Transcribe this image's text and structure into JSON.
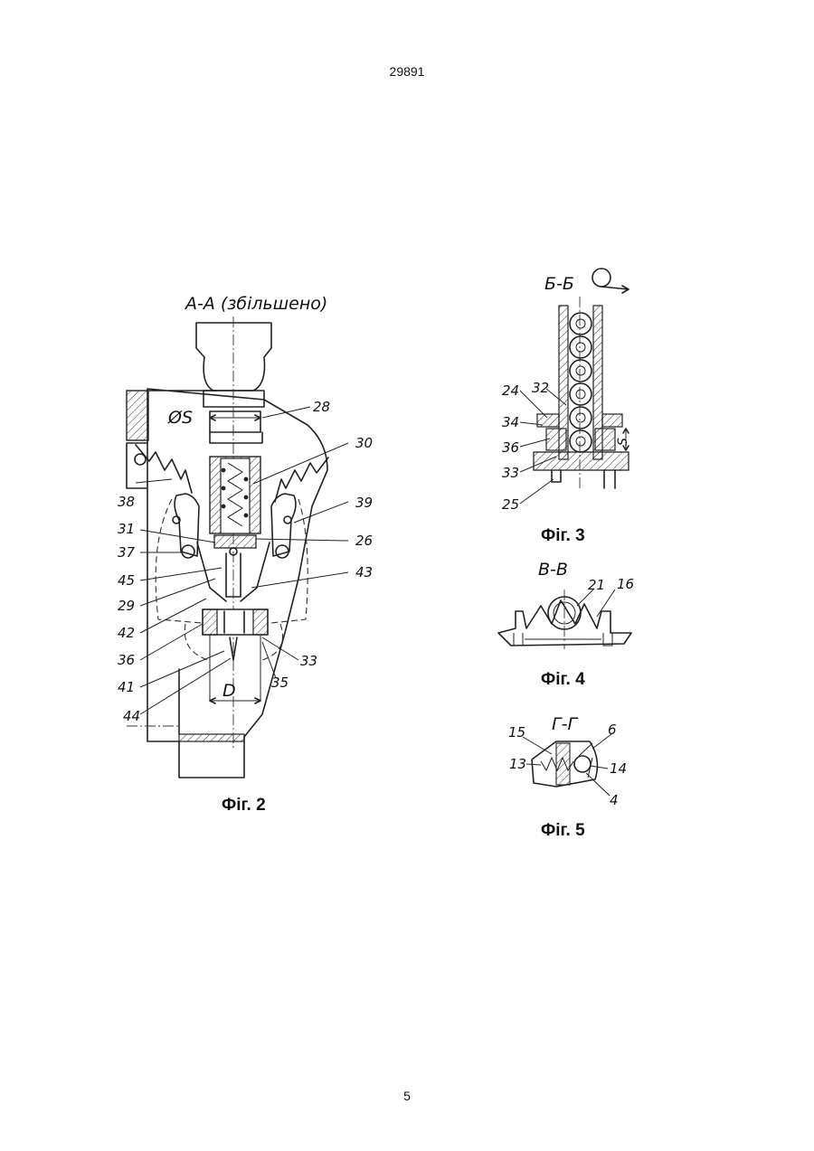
{
  "header": {
    "document_number": "29891"
  },
  "footer": {
    "page_number": "5"
  },
  "figures": {
    "fig2": {
      "section_title": "А-А (збільшено)",
      "caption": "Фіг. 2",
      "dimension_s": "ØS",
      "dimension_d": "D",
      "labels": [
        "28",
        "30",
        "38",
        "39",
        "31",
        "26",
        "37",
        "45",
        "43",
        "29",
        "42",
        "36",
        "33",
        "41",
        "35",
        "44"
      ]
    },
    "fig3": {
      "section_title": "Б-Б",
      "caption": "Фіг. 3",
      "dimension_s": "S",
      "labels": [
        "24",
        "32",
        "34",
        "36",
        "33",
        "25"
      ]
    },
    "fig4": {
      "section_title": "В-В",
      "caption": "Фіг. 4",
      "labels": [
        "21",
        "16"
      ]
    },
    "fig5": {
      "section_title": "Г-Г",
      "caption": "Фіг. 5",
      "labels": [
        "15",
        "6",
        "13",
        "14",
        "4"
      ]
    }
  }
}
